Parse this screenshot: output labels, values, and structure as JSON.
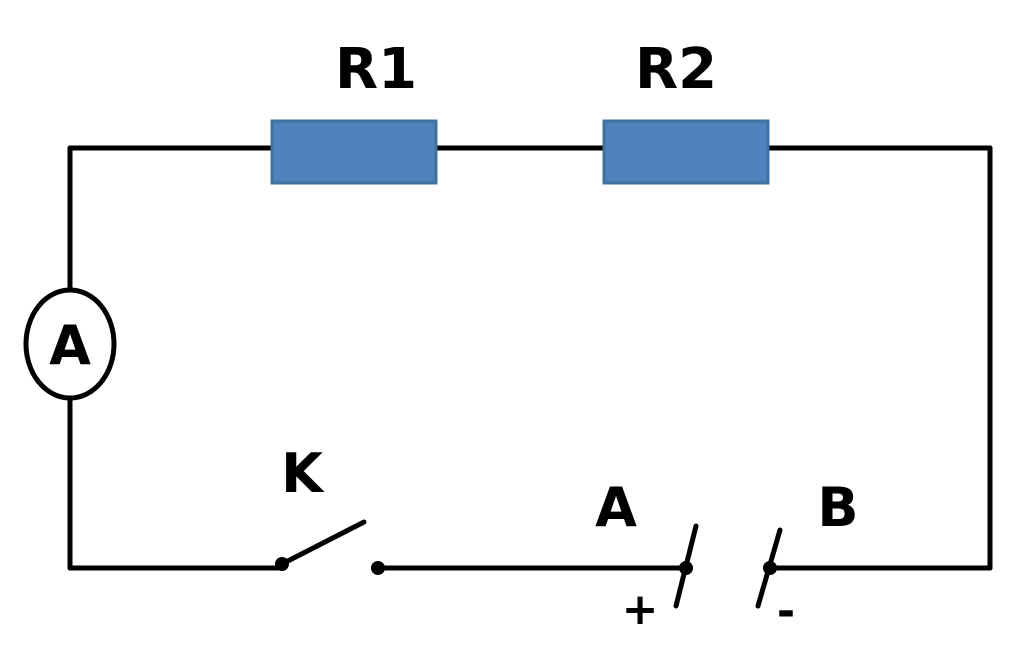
{
  "diagram": {
    "resistors": [
      {
        "label": "R1"
      },
      {
        "label": "R2"
      }
    ],
    "ammeter": {
      "label": "A"
    },
    "switch": {
      "label": "K"
    },
    "battery": {
      "terminal_a_label": "A",
      "terminal_b_label": "B",
      "plus_sign": "+",
      "minus_sign": "-"
    },
    "colors": {
      "resistor_fill": "#4f81bd",
      "resistor_stroke": "#41719c",
      "wire": "#000000",
      "background": "#ffffff"
    }
  }
}
